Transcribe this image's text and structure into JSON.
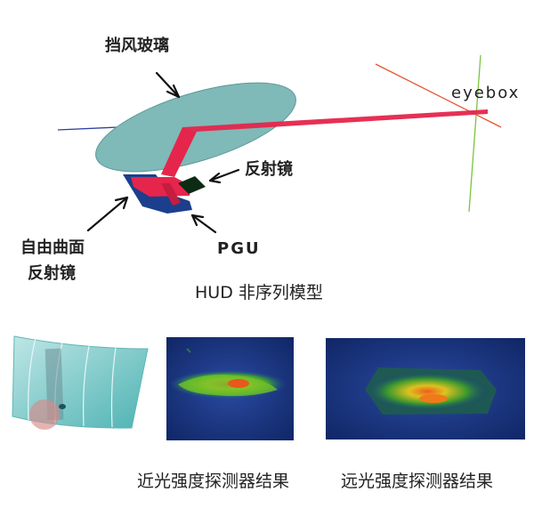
{
  "labels": {
    "windshield": "挡风玻璃",
    "eyebox": "eyebox",
    "reflector": "反射镜",
    "freeform_line1": "自由曲面",
    "freeform_line2": "反射镜",
    "pgu": "PGU",
    "model_caption": "HUD 非序列模型",
    "near_caption": "近光强度探测器结果",
    "far_caption": "远光强度探测器结果"
  },
  "colors": {
    "windshield": "#7fb9b8",
    "beam": "#e5254b",
    "freeform_mirror": "#1b3f8c",
    "reflector": "#0c2b14",
    "axis_blue": "#2e3f9e",
    "axis_red": "#e8532e",
    "axis_green": "#79c43e",
    "detector_bg": "#102a6e"
  }
}
